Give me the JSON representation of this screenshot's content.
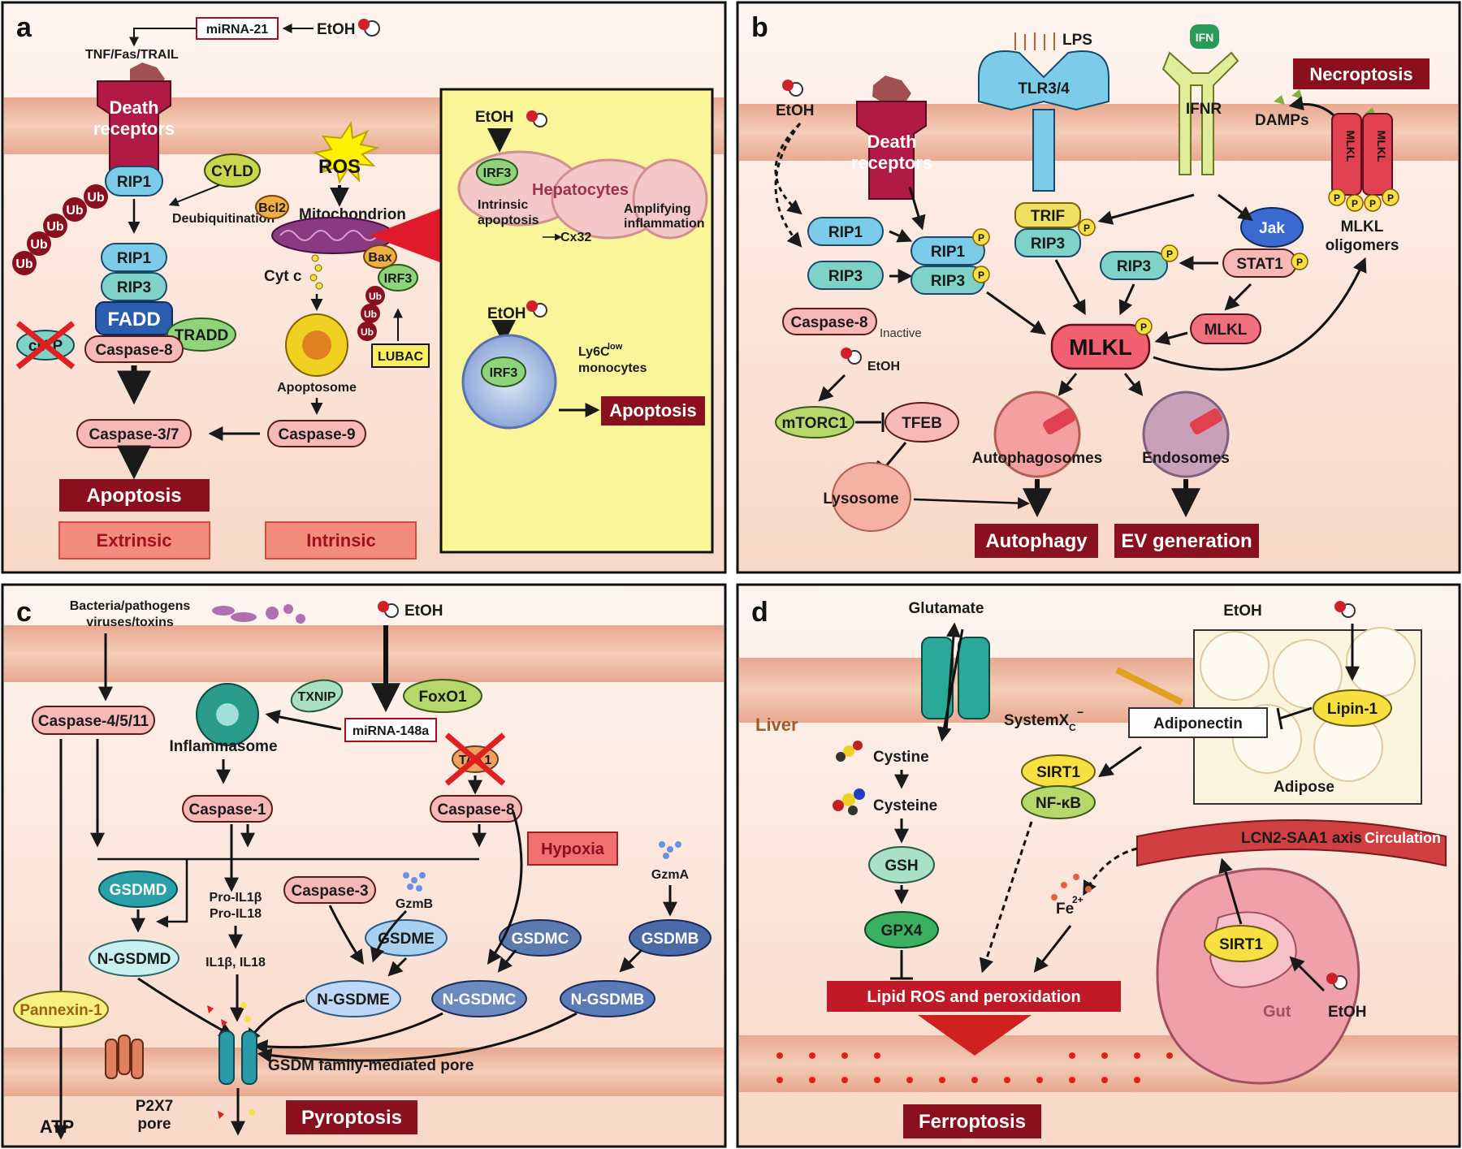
{
  "panels": {
    "a": {
      "letter": "a",
      "mirna": "miRNA-21",
      "etoh": "EtOH",
      "ligands": "TNF/Fas/TRAIL",
      "death_receptors_1": "Death",
      "death_receptors_2": "receptors",
      "rip1": "RIP1",
      "cyld": "CYLD",
      "deubiq": "Deubiquitination",
      "ub": "Ub",
      "rip3": "RIP3",
      "fadd": "FADD",
      "tradd": "TRADD",
      "ciap": "cIAP",
      "caspase8": "Caspase-8",
      "caspase37": "Caspase-3/7",
      "apoptosis": "Apoptosis",
      "extrinsic": "Extrinsic",
      "intrinsic": "Intrinsic",
      "ros": "ROS",
      "bcl2": "Bcl2",
      "mitochondrion": "Mitochondrion",
      "bax": "Bax",
      "irf3": "IRF3",
      "cytc": "Cyt c",
      "lubac": "LUBAC",
      "apoptosome": "Apoptosome",
      "caspase9": "Caspase-9",
      "inset": {
        "etoh": "EtOH",
        "irf3": "IRF3",
        "hepatocytes": "Hepatocytes",
        "intrinsic_1": "Intrinsic",
        "intrinsic_2": "apoptosis",
        "cx32": "Cx32",
        "amplifying_1": "Amplifying",
        "amplifying_2": "inflammation",
        "etoh2": "EtOH",
        "monocyte_irf3": "IRF3",
        "ly6c": "Ly6C",
        "ly6c_sup": "low",
        "monocytes": "monocytes",
        "apoptosis": "Apoptosis"
      }
    },
    "b": {
      "letter": "b",
      "lps": "LPS",
      "ifn": "IFN",
      "tlr": "TLR3/4",
      "ifnr": "IFNR",
      "necroptosis": "Necroptosis",
      "damps": "DAMPs",
      "etoh": "EtOH",
      "death_receptors_1": "Death",
      "death_receptors_2": "receptors",
      "trif": "TRIF",
      "rip3": "RIP3",
      "rip1": "RIP1",
      "jak": "Jak",
      "stat1": "STAT1",
      "mlkl": "MLKL",
      "mlkl_oligomers_1": "MLKL",
      "mlkl_oligomers_2": "oligomers",
      "p": "P",
      "caspase8": "Caspase-8",
      "inactive": "Inactive",
      "etoh2": "EtOH",
      "mtorc1": "mTORC1",
      "tfeb": "TFEB",
      "lysosome": "Lysosome",
      "autophagosomes": "Autophagosomes",
      "endosomes": "Endosomes",
      "autophagy": "Autophagy",
      "ev": "EV generation"
    },
    "c": {
      "letter": "c",
      "bacteria_1": "Bacteria/pathogens",
      "bacteria_2": "viruses/toxins",
      "etoh": "EtOH",
      "caspase4511": "Caspase-4/5/11",
      "txnip": "TXNIP",
      "foxo1": "FoxO1",
      "inflammasome": "Inflammasome",
      "mirna": "miRNA-148a",
      "tak1": "TAK1",
      "caspase1": "Caspase-1",
      "caspase8": "Caspase-8",
      "hypoxia": "Hypoxia",
      "gsdmd": "GSDMD",
      "pro_il1b": "Pro-IL1β",
      "pro_il18": "Pro-IL18",
      "caspase3": "Caspase-3",
      "gzmb": "GzmB",
      "gzma": "GzmA",
      "gsdme": "GSDME",
      "gsdmc": "GSDMC",
      "gsdmb": "GSDMB",
      "ngsdmd": "N-GSDMD",
      "il": "IL1β, IL18",
      "ngsdme": "N-GSDME",
      "ngsdmc": "N-GSDMC",
      "ngsdmb": "N-GSDMB",
      "pannexin": "Pannexin-1",
      "pore": "GSDM family-mediated pore",
      "atp": "ATP",
      "p2x7_1": "P2X7",
      "p2x7_2": "pore",
      "pyroptosis": "Pyroptosis"
    },
    "d": {
      "letter": "d",
      "glutamate": "Glutamate",
      "etoh": "EtOH",
      "liver": "Liver",
      "systemxc": "SystemX",
      "systemxc_sub": "C",
      "systemxc_sup": "−",
      "cystine": "Cystine",
      "cysteine": "Cysteine",
      "sirt1": "SIRT1",
      "nfkb": "NF-κB",
      "adiponectin": "Adiponectin",
      "lipin": "Lipin-1",
      "adipose": "Adipose",
      "gsh": "GSH",
      "gpx4": "GPX4",
      "lcn2": "LCN2-SAA1 axis",
      "circulation": "Circulation",
      "fe": "Fe",
      "fe_sup": "2+",
      "sirt1_gut": "SIRT1",
      "gut": "Gut",
      "etoh_gut": "EtOH",
      "lipid_ros": "Lipid ROS and peroxidation",
      "ferroptosis": "Ferroptosis"
    }
  },
  "colors": {
    "dark_red": "#8a1020",
    "salmon": "#f08c7c",
    "membrane": "#f2c0ac",
    "pink_node": "#f7b8b8",
    "blue_node": "#7ccbe8",
    "green_node": "#b6d86a",
    "yellow_inset": "#fbf59a"
  }
}
